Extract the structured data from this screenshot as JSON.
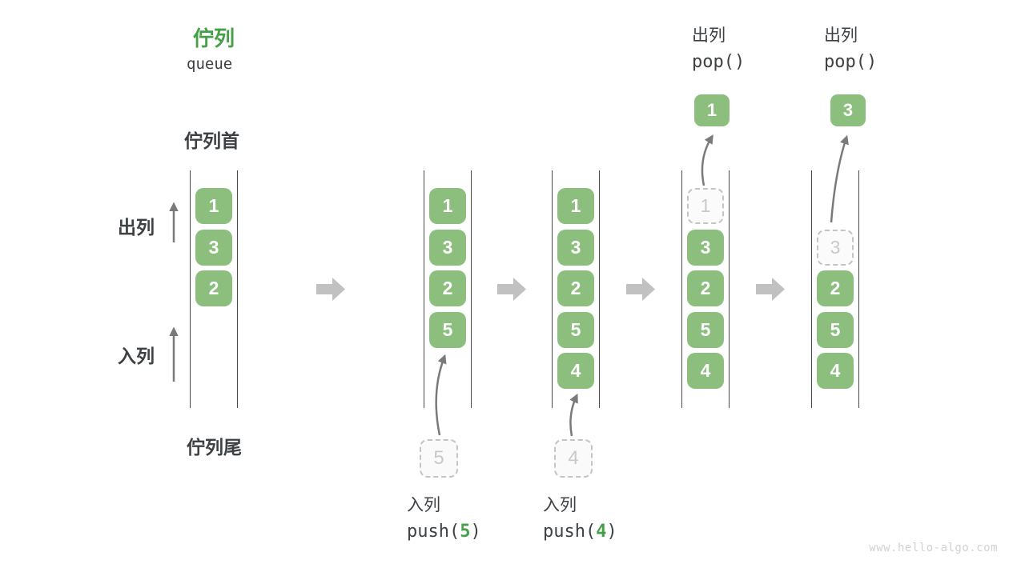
{
  "title": {
    "main": "佇列",
    "sub": "queue"
  },
  "side_labels": {
    "front": "佇列首",
    "rear": "佇列尾",
    "dequeue": "出列",
    "enqueue": "入列"
  },
  "watermark": "www.hello-algo.com",
  "colors": {
    "accent_green": "#46A049",
    "cell_green": "#8CBE7E",
    "text_dark": "#3D4144",
    "block_arrow_gray": "#C1C1C1",
    "thin_arrow_gray": "#7A7A7A",
    "dashed_border_gray": "#C4C4C4"
  },
  "columns": [
    {
      "cells": [
        {
          "slot": 0,
          "value": "1",
          "state": "solid"
        },
        {
          "slot": 1,
          "value": "3",
          "state": "solid"
        },
        {
          "slot": 2,
          "value": "2",
          "state": "solid"
        }
      ]
    },
    {
      "cells": [
        {
          "slot": 0,
          "value": "1",
          "state": "solid"
        },
        {
          "slot": 1,
          "value": "3",
          "state": "solid"
        },
        {
          "slot": 2,
          "value": "2",
          "state": "solid"
        },
        {
          "slot": 3,
          "value": "5",
          "state": "solid"
        }
      ],
      "staged_value": "5",
      "operation": {
        "label": "入列",
        "code_before": "push(",
        "code_arg": "5",
        "code_after": ")"
      }
    },
    {
      "cells": [
        {
          "slot": 0,
          "value": "1",
          "state": "solid"
        },
        {
          "slot": 1,
          "value": "3",
          "state": "solid"
        },
        {
          "slot": 2,
          "value": "2",
          "state": "solid"
        },
        {
          "slot": 3,
          "value": "5",
          "state": "solid"
        },
        {
          "slot": 4,
          "value": "4",
          "state": "solid"
        }
      ],
      "staged_value": "4",
      "operation": {
        "label": "入列",
        "code_before": "push(",
        "code_arg": "4",
        "code_after": ")"
      }
    },
    {
      "cells": [
        {
          "slot": 0,
          "value": "1",
          "state": "dashed"
        },
        {
          "slot": 1,
          "value": "3",
          "state": "solid"
        },
        {
          "slot": 2,
          "value": "2",
          "state": "solid"
        },
        {
          "slot": 3,
          "value": "5",
          "state": "solid"
        },
        {
          "slot": 4,
          "value": "4",
          "state": "solid"
        }
      ],
      "popped_value": "1",
      "operation": {
        "label": "出列",
        "code_before": "pop()",
        "code_arg": "",
        "code_after": ""
      }
    },
    {
      "cells": [
        {
          "slot": 1,
          "value": "3",
          "state": "dashed"
        },
        {
          "slot": 2,
          "value": "2",
          "state": "solid"
        },
        {
          "slot": 3,
          "value": "5",
          "state": "solid"
        },
        {
          "slot": 4,
          "value": "4",
          "state": "solid"
        }
      ],
      "popped_value": "3",
      "operation": {
        "label": "出列",
        "code_before": "pop()",
        "code_arg": "",
        "code_after": ""
      }
    }
  ]
}
